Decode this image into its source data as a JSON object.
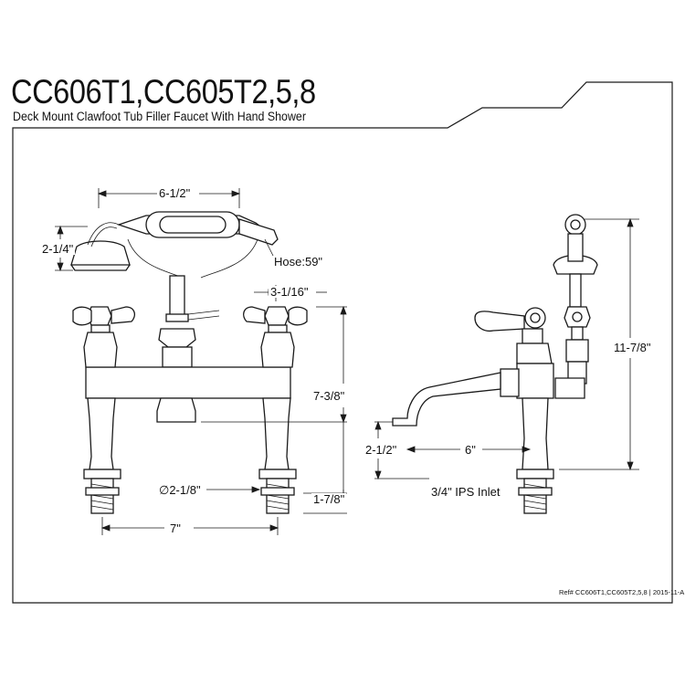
{
  "header": {
    "model_title": "CC606T1,CC605T2,5,8",
    "description": "Deck Mount Clawfoot Tub Filler Faucet With Hand Shower"
  },
  "dimensions": {
    "shower_width": "6-1/2\"",
    "shower_height": "2-1/4\"",
    "hose_length": "Hose:59\"",
    "handle_spacing": "3-1/16\"",
    "spout_height": "7-3/8\"",
    "flange_diameter": "∅2-1/8\"",
    "shank_length": "1-7/8\"",
    "center_spread": "7\"",
    "overall_height": "11-7/8\"",
    "spout_clearance": "2-1/2\"",
    "spout_reach": "6\"",
    "inlet": "3/4\" IPS Inlet"
  },
  "footer": {
    "reference": "Ref# CC606T1,CC605T2,5,8 | 2015-11-A"
  },
  "colors": {
    "line": "#1a1a1a",
    "background": "#ffffff"
  }
}
